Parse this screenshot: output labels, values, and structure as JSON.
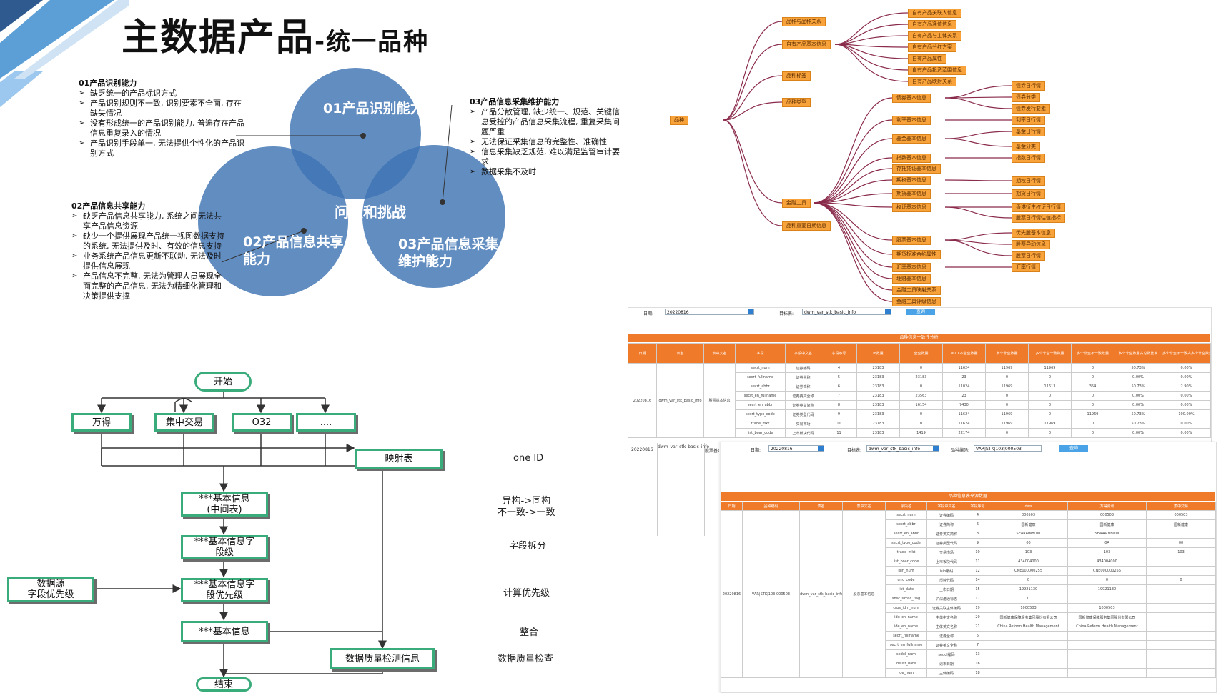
{
  "title": {
    "main": "主数据产品",
    "sub": "-统一品种"
  },
  "venn": {
    "c1": "01产品识别能力",
    "c2_l1": "02产品信息共享",
    "c2_l2": "能力",
    "c3_l1": "03产品信息采集",
    "c3_l2": "维护能力",
    "center": "问题和挑战"
  },
  "block01": {
    "heading": "01产品识别能力",
    "items": [
      "缺乏统一的产品标识方式",
      "产品识别规则不一致, 识别要素不全面, 存在缺失情况",
      "没有形成统一的产品识别能力, 普遍存在产品信息重复录入的情况",
      "产品识别手段单一, 无法提供个性化的产品识别方式"
    ]
  },
  "block02": {
    "heading": "02产品信息共享能力",
    "items": [
      "缺乏产品信息共享能力, 系统之间无法共享产品信息资源",
      "缺少一个提供展现产品统一视图数据支持的系统, 无法提供及时、有效的信息支持",
      "业务系统产品信息更新不联动, 无法及时提供信息展现",
      "产品信息不完整, 无法为管理人员展现全面完整的产品信息, 无法为精细化管理和决策提供支撑"
    ]
  },
  "block03": {
    "heading": "03产品信息采集维护能力",
    "items": [
      "产品分散管理, 缺少统一、规范、关键信息受控的产品信息采集流程, 重复采集问题严重",
      "无法保证采集信息的完整性、准确性",
      "信息采集缺乏规范, 难以满足监管审计要求",
      "数据采集不及时"
    ]
  },
  "flow": {
    "start": "开始",
    "src1": "万得",
    "src2": "集中交易",
    "src3": "O32",
    "src4": "....",
    "mapping": "映射表",
    "basic_mid_l1": "***基本信息",
    "basic_mid_l2": "(中间表)",
    "split_l1": "***基本信息字",
    "split_l2": "段级",
    "prio_l1": "***基本信息字",
    "prio_l2": "段优先级",
    "datasource_l1": "数据源",
    "datasource_l2": "字段优先级",
    "basic": "***基本信息",
    "dq": "数据质量检测信息",
    "end": "结束"
  },
  "flow_right": {
    "oneid": "one ID",
    "r2_l1": "异构->同构",
    "r2_l2": "不一致->一致",
    "r3": "字段拆分",
    "r4": "计算优先级",
    "r5": "整合",
    "r6": "数据质量检查"
  },
  "mindmap": {
    "root": "品种",
    "l1": [
      "品种与品种关系",
      "自有产品基本信息",
      "品种标签",
      "品种类型",
      "金融工具",
      "品种重要日期信息"
    ],
    "own_children": [
      "自有产品关联人信息",
      "自有产品净值信息",
      "自有产品与主体关系",
      "自有产品分红方案",
      "自有产品属性",
      "自有产品投资范围信息",
      "自有产品映射关系"
    ],
    "fin_children": [
      "债券基本信息",
      "利率基本信息",
      "基金基本信息",
      "指数基本信息",
      "存托凭证基本信息",
      "期权基本信息",
      "期货基本信息",
      "权证基本信息",
      "股票基本信息",
      "期货标准合约属性",
      "汇率基本信息",
      "理财基本信息",
      "金融工具映射关系",
      "金融工具评级信息"
    ],
    "bond_children": [
      "债券日行情",
      "债券分类",
      "债券发行要素"
    ],
    "rate_children": [
      "利率日行情"
    ],
    "fund_children": [
      "基金日行情",
      "基金分类"
    ],
    "index_children": [
      "指数日行情"
    ],
    "opt_children": [
      "期权日行情"
    ],
    "fut_children": [
      "期货日行情"
    ],
    "warrant_children": [
      "香港衍生权证日行情",
      "股票日行情估值指标"
    ],
    "stock_children": [
      "优先股基本信息",
      "股票异动信息",
      "股票日行情"
    ],
    "fx_children": [
      "汇率行情"
    ]
  },
  "table1": {
    "date_label": "日期:",
    "date_value": "20220816",
    "target_label": "目标表:",
    "target_value": "dwm_var_stk_basic_info",
    "query": "查询",
    "bar_title": "品种信息一致性分析",
    "headers": [
      "日期",
      "表名",
      "表中文名",
      "字段",
      "字段中文名",
      "字段序号",
      "id数量",
      "全空数量",
      "NULL不全空数量",
      "多个非空数量",
      "多个非空一致数量",
      "多个非空不一致数量",
      "多个非空数量占总数比率",
      "多个非空不一致占多个非空数量比率"
    ],
    "date_cell": "20220816",
    "table_cell": "dwm_var_stk_basic_info",
    "cn_cell": "股票基本信息",
    "rows": [
      [
        "secrt_num",
        "证券编码",
        "4",
        "23183",
        "0",
        "11624",
        "11969",
        "11969",
        "0",
        "50.73%",
        "0.00%"
      ],
      [
        "secrt_fullname",
        "证券全称",
        "5",
        "23183",
        "23183",
        "23",
        "0",
        "0",
        "0",
        "0.00%",
        "0.00%"
      ],
      [
        "secrt_abbr",
        "证券简称",
        "6",
        "23183",
        "0",
        "11024",
        "11969",
        "11613",
        "354",
        "50.73%",
        "2.90%"
      ],
      [
        "secrt_en_fullname",
        "证券英文全称",
        "7",
        "23183",
        "23563",
        "23",
        "0",
        "0",
        "0",
        "0.00%",
        "0.00%"
      ],
      [
        "secrt_en_abbr",
        "证券英文简称",
        "8",
        "23183",
        "16154",
        "7430",
        "0",
        "0",
        "0",
        "0.00%",
        "0.00%"
      ],
      [
        "secrt_type_code",
        "证券类型代码",
        "9",
        "23183",
        "0",
        "11624",
        "11969",
        "0",
        "11969",
        "50.73%",
        "100.00%"
      ],
      [
        "trade_mkt",
        "交易市场",
        "10",
        "23183",
        "0",
        "11624",
        "11969",
        "11969",
        "0",
        "50.73%",
        "0.00%"
      ],
      [
        "list_boar_code",
        "上市板块代码",
        "11",
        "23183",
        "1419",
        "22174",
        "0",
        "0",
        "0",
        "0.00%",
        "0.00%"
      ]
    ]
  },
  "table2": {
    "date_label": "日期:",
    "date_value": "20220816",
    "target_label": "目标表:",
    "target_value": "dwm_var_stk_basic_info",
    "code_label": "品种编码:",
    "code_value": "VAR|STK|103|000503",
    "query": "查询",
    "bar_title": "品种信息表来源数据",
    "headers": [
      "日期",
      "品种编码",
      "表名",
      "表中文名",
      "字段名",
      "字段中文名",
      "字段序号",
      "dws",
      "万得资讯",
      "集中交易"
    ],
    "date_cell": "20220816",
    "code_cell": "VAR|STK|103|000503",
    "table_cell": "dwm_var_stk_basic_info",
    "cn_cell": "股票基本信息",
    "rows": [
      [
        "secrt_num",
        "证券编码",
        "4",
        "000503",
        "000503",
        "000503"
      ],
      [
        "secrt_abbr",
        "证券简称",
        "6",
        "国新健康",
        "国新健康",
        "国新健康"
      ],
      [
        "secrt_en_abbr",
        "证券英文简称",
        "8",
        "SEARAINBOW",
        "SEARAINBOW",
        ""
      ],
      [
        "secrt_type_code",
        "证券类型代码",
        "9",
        "00",
        "0A",
        "00"
      ],
      [
        "trade_mkt",
        "交易市场",
        "10",
        "103",
        "103",
        "103"
      ],
      [
        "list_boar_code",
        "上市板块代码",
        "11",
        "434004000",
        "434004000",
        ""
      ],
      [
        "isin_num",
        "isin编码",
        "12",
        "CNE000000255",
        "CNE000000255",
        ""
      ],
      [
        "crrc_code",
        "币种代码",
        "14",
        "0",
        "0",
        "0"
      ],
      [
        "list_date",
        "上市日期",
        "15",
        "19921130",
        "19921130",
        ""
      ],
      [
        "shsc_szhsc_flag",
        "沪深港通标志",
        "17",
        "0",
        "",
        ""
      ],
      [
        "crps_idm_num",
        "证券关联主体编码",
        "19",
        "1000503",
        "1000503",
        ""
      ],
      [
        "ide_cn_name",
        "主体中文名称",
        "20",
        "国新健康保障服务集团股份有限公司",
        "国新健康保障服务集团股份有限公司",
        ""
      ],
      [
        "ide_en_name",
        "主体英文名称",
        "21",
        "China Reform Health Management",
        "China Reform Health Management",
        ""
      ],
      [
        "secrt_fullname",
        "证券全称",
        "5",
        "",
        "",
        ""
      ],
      [
        "secrt_en_fullname",
        "证券英文全称",
        "7",
        "",
        "",
        ""
      ],
      [
        "sedol_num",
        "sedol编码",
        "13",
        "",
        "",
        ""
      ],
      [
        "delist_date",
        "退市日期",
        "16",
        "",
        "",
        ""
      ],
      [
        "ide_num",
        "主体编码",
        "18",
        "",
        "",
        ""
      ]
    ]
  },
  "colors": {
    "venn": "#3f74b3",
    "flow_border": "#3aab7a",
    "mindmap_node": "#f7a23a",
    "table_bar": "#ef7a29",
    "mindmap_line": "#8a2b4a"
  }
}
